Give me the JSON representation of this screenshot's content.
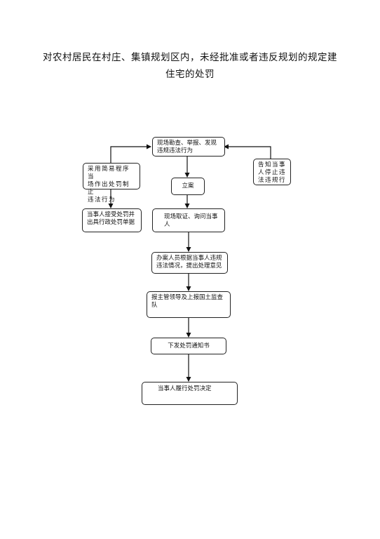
{
  "title": {
    "line1": "对农村居民在村庄、集镇规划区内，未经批准或者违反规划的规定建",
    "line2": "住宅的处罚"
  },
  "nodes": {
    "discover": "现场勘查、举报、发现\n违规违法行为",
    "simple_procedure": "采用简易程序当\n场作出处罚制止\n违法行为",
    "notify": "告知当事\n人停止违\n法违规行",
    "file_case": "立案",
    "accept_penalty": "当事人接受处罚并\n出具行政处罚单据",
    "evidence": "现场取证、询问当事人",
    "opinion": "办案人员根据当事人违规\n违法情况，提出处理意见",
    "report": "报主管领导及上报国土监查\n队",
    "issue_notice": "下发处罚通知书",
    "perform": "当事人履行处罚决定"
  }
}
